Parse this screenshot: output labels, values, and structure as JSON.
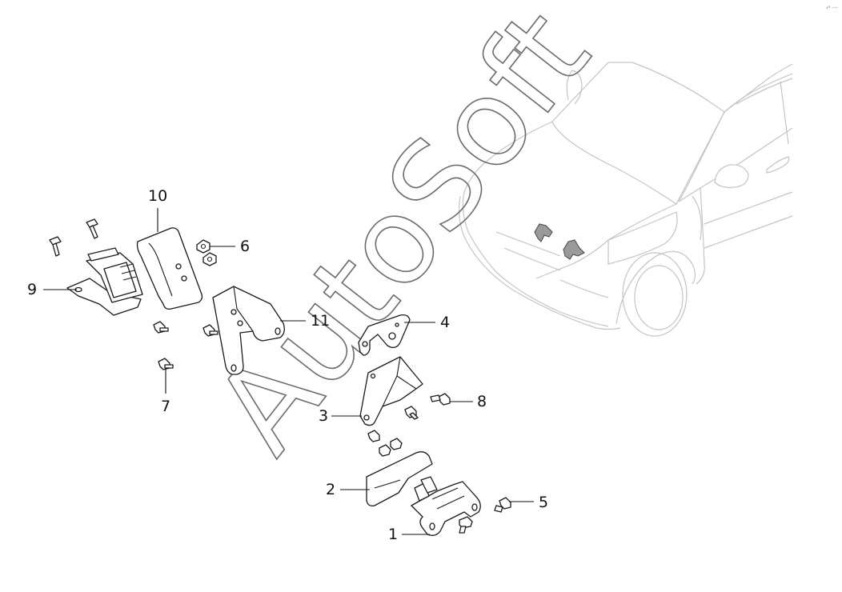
{
  "watermark": {
    "text": "AutoSoft"
  },
  "corner_mark": "‹ᵒ ···",
  "callouts": {
    "c1": "1",
    "c2": "2",
    "c3": "3",
    "c4": "4",
    "c5": "5",
    "c6": "6",
    "c7": "7",
    "c8": "8",
    "c9": "9",
    "c10": "10",
    "c11": "11"
  },
  "colors": {
    "line": "#1a1a1a",
    "car_outline": "#c4c4c4",
    "location_mark": "#9a9a9a",
    "background": "#ffffff"
  }
}
